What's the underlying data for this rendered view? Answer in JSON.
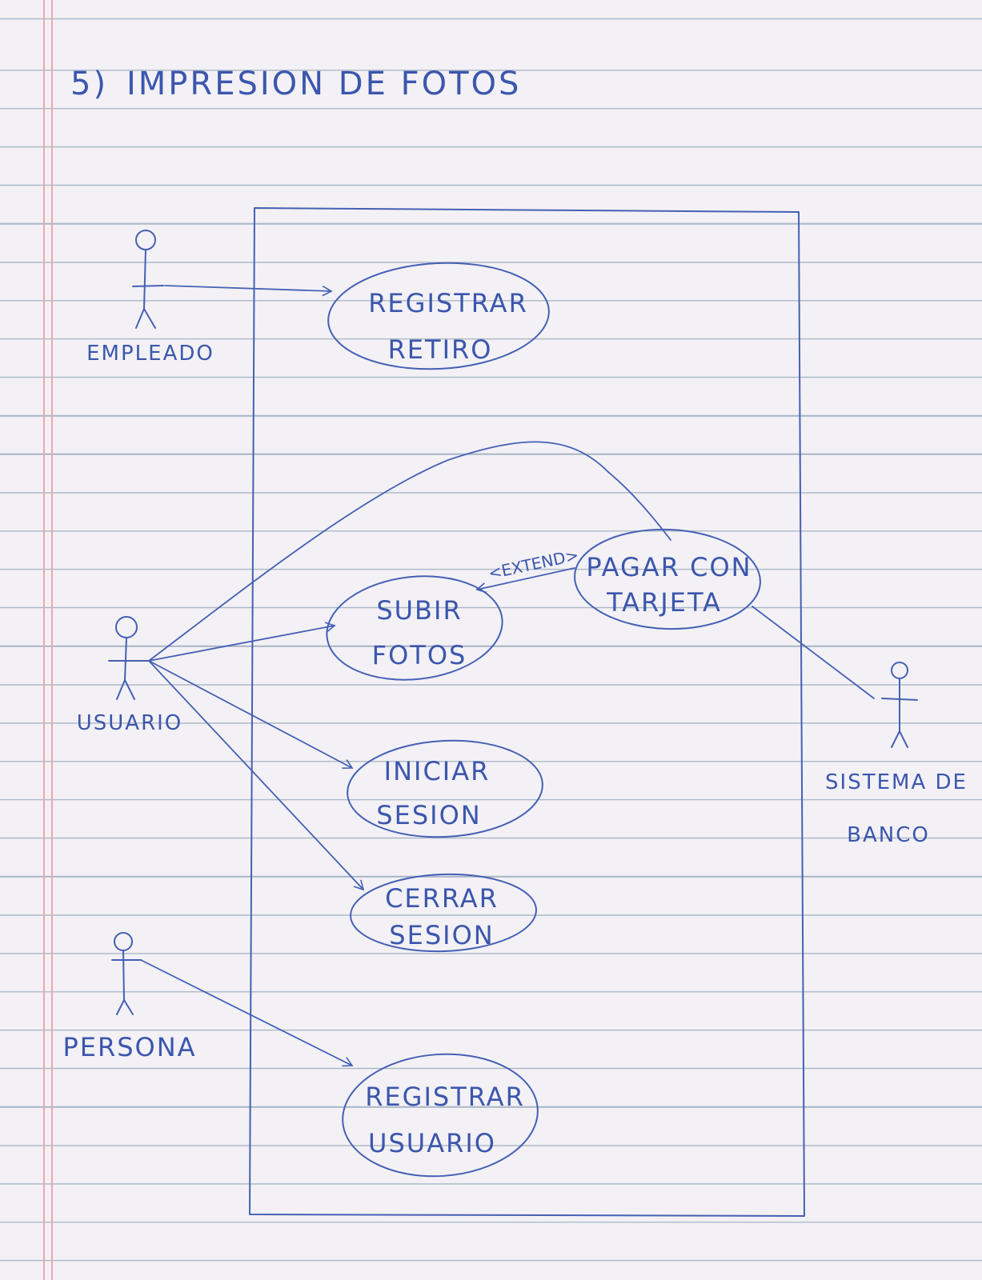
{
  "title": {
    "number": "5)",
    "text": "IMPRESION DE FOTOS"
  },
  "actors": {
    "empleado": {
      "name": "EMPLEADO"
    },
    "usuario": {
      "name": "USUARIO"
    },
    "persona": {
      "name": "PERSONA"
    },
    "banco": {
      "name_line1": "SISTEMA DE",
      "name_line2": "BANCO"
    }
  },
  "use_cases": {
    "registrar_retiro": {
      "line1": "REGISTRAR",
      "line2": "RETIRO"
    },
    "pagar_tarjeta": {
      "line1": "PAGAR CON",
      "line2": "TARJETA"
    },
    "subir_fotos": {
      "line1": "SUBIR",
      "line2": "FOTOS"
    },
    "iniciar_sesion": {
      "line1": "INICIAR",
      "line2": "SESION"
    },
    "cerrar_sesion": {
      "line1": "CERRAR",
      "line2": "SESION"
    },
    "registrar_usuario": {
      "line1": "REGISTRAR",
      "line2": "USUARIO"
    }
  },
  "relations": {
    "extend_label": "<EXTEND>"
  },
  "colors": {
    "ink": "#4560b5",
    "paper": "#f3f1f5",
    "rule_line": "#a9b6c6",
    "margin_line": "#f2a3b3"
  }
}
